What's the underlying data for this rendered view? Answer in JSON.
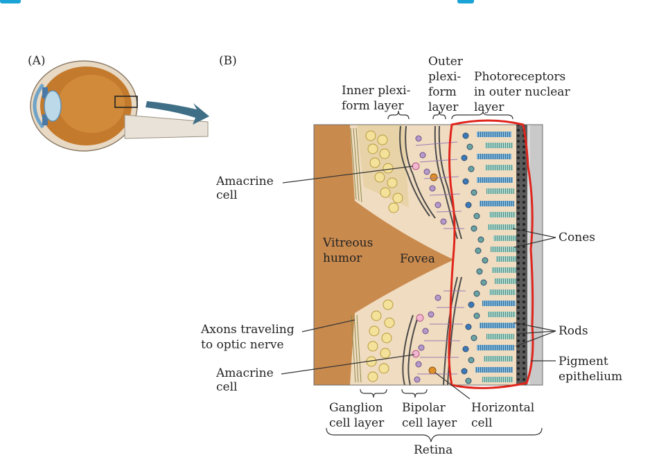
{
  "panel_a": "(A)",
  "panel_b": "(B)",
  "labels": {
    "outer_plexiform": "Outer\nplexi-\nform\nlayer",
    "inner_plexiform": "Inner plexi-\nform layer",
    "photoreceptors": "Photoreceptors\nin outer nuclear\nlayer",
    "amacrine_top": "Amacrine\ncell",
    "vitreous": "Vitreous\nhumor",
    "fovea": "Fovea",
    "cones": "Cones",
    "axons": "Axons traveling\nto optic nerve",
    "rods": "Rods",
    "pigment": "Pigment\nepithelium",
    "amacrine_bottom": "Amacrine\ncell",
    "ganglion": "Ganglion\ncell layer",
    "bipolar": "Bipolar\ncell layer",
    "horizontal": "Horizontal\ncell",
    "retina": "Retina"
  },
  "colors": {
    "accent_bar": "#1aa3d6",
    "vitreous": "#c98a4e",
    "annotation_outline": "#e0251b",
    "arrow": "#3f6f86"
  }
}
